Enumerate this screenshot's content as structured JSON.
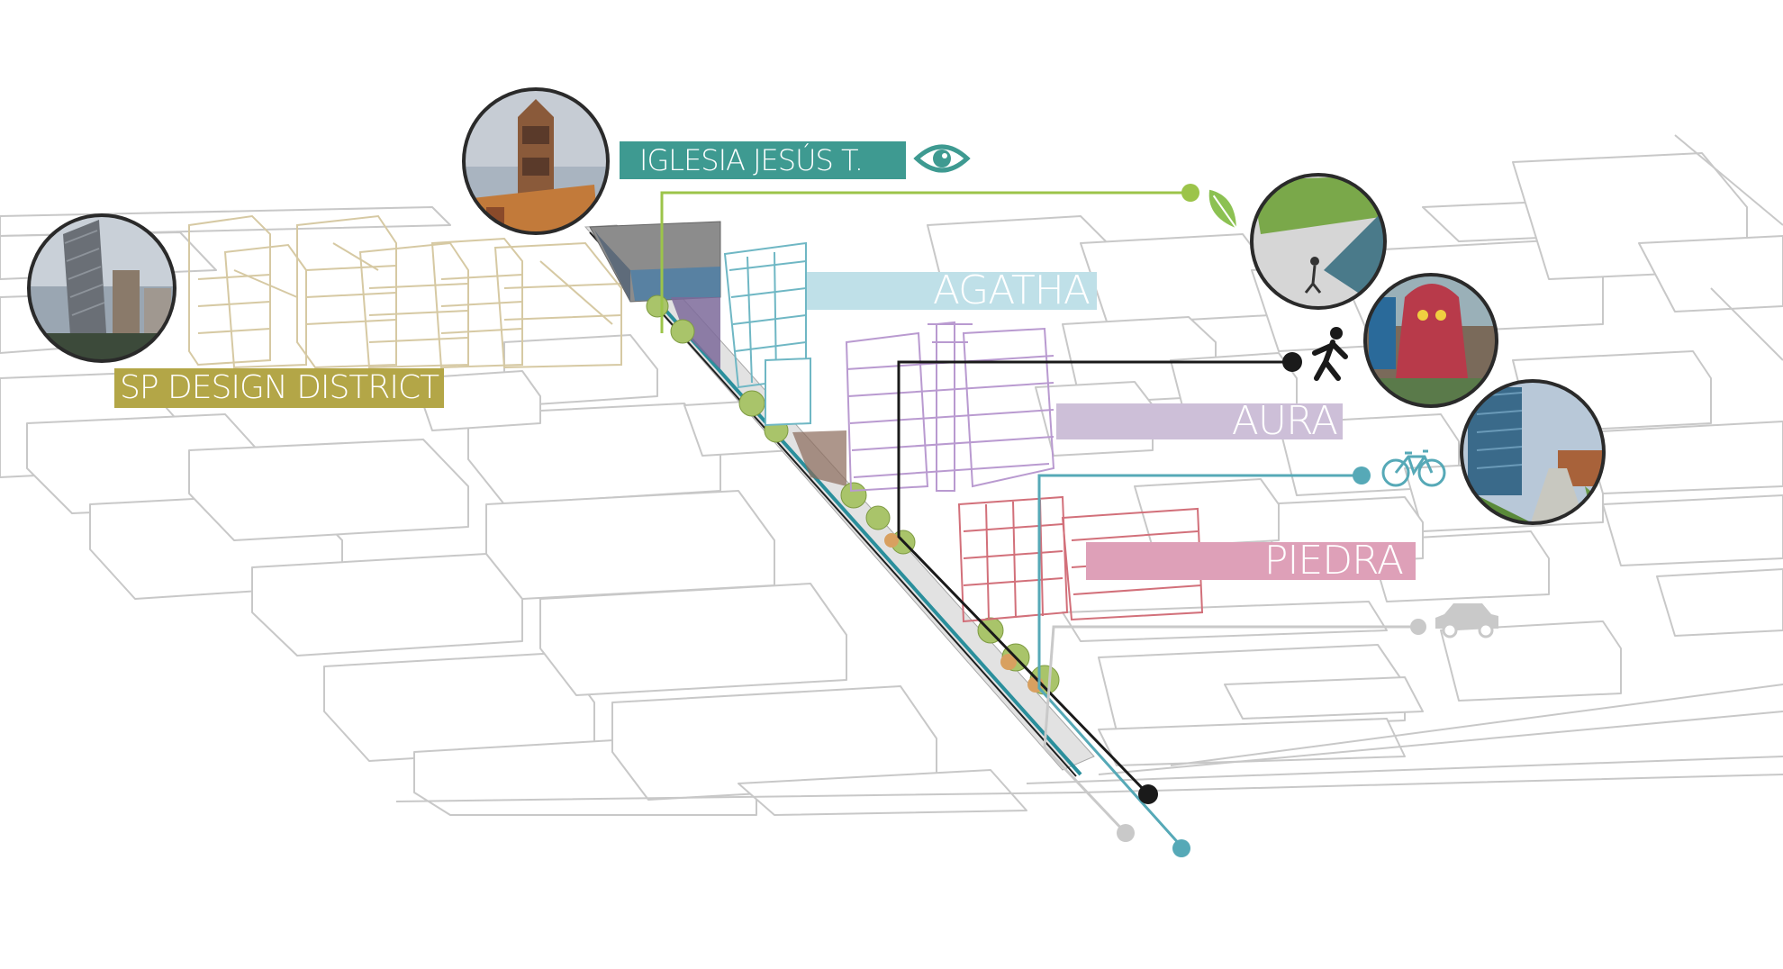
{
  "labels": {
    "sp_design_district": "SP DESIGN DISTRICT",
    "iglesia": "IGLESIA JESÚS T.",
    "agatha": "AGATHA",
    "aura": "AURA",
    "piedra": "PIEDRA"
  },
  "icons": {
    "view": "eye-icon",
    "green": "leaf-icon",
    "pedestrian": "walking-person-icon",
    "cycling": "bicycle-icon",
    "vehicle": "car-icon"
  },
  "colors": {
    "sp_design_district": "#b3a647",
    "iglesia": "#3e9a91",
    "agatha": "#bfe0e8",
    "aura": "#cdbfd8",
    "piedra": "#dea0b8",
    "green_line": "#9cc44a",
    "walk_line": "#1a1a1a",
    "bike_line": "#56a9b7",
    "car_line": "#c9c9c9"
  }
}
